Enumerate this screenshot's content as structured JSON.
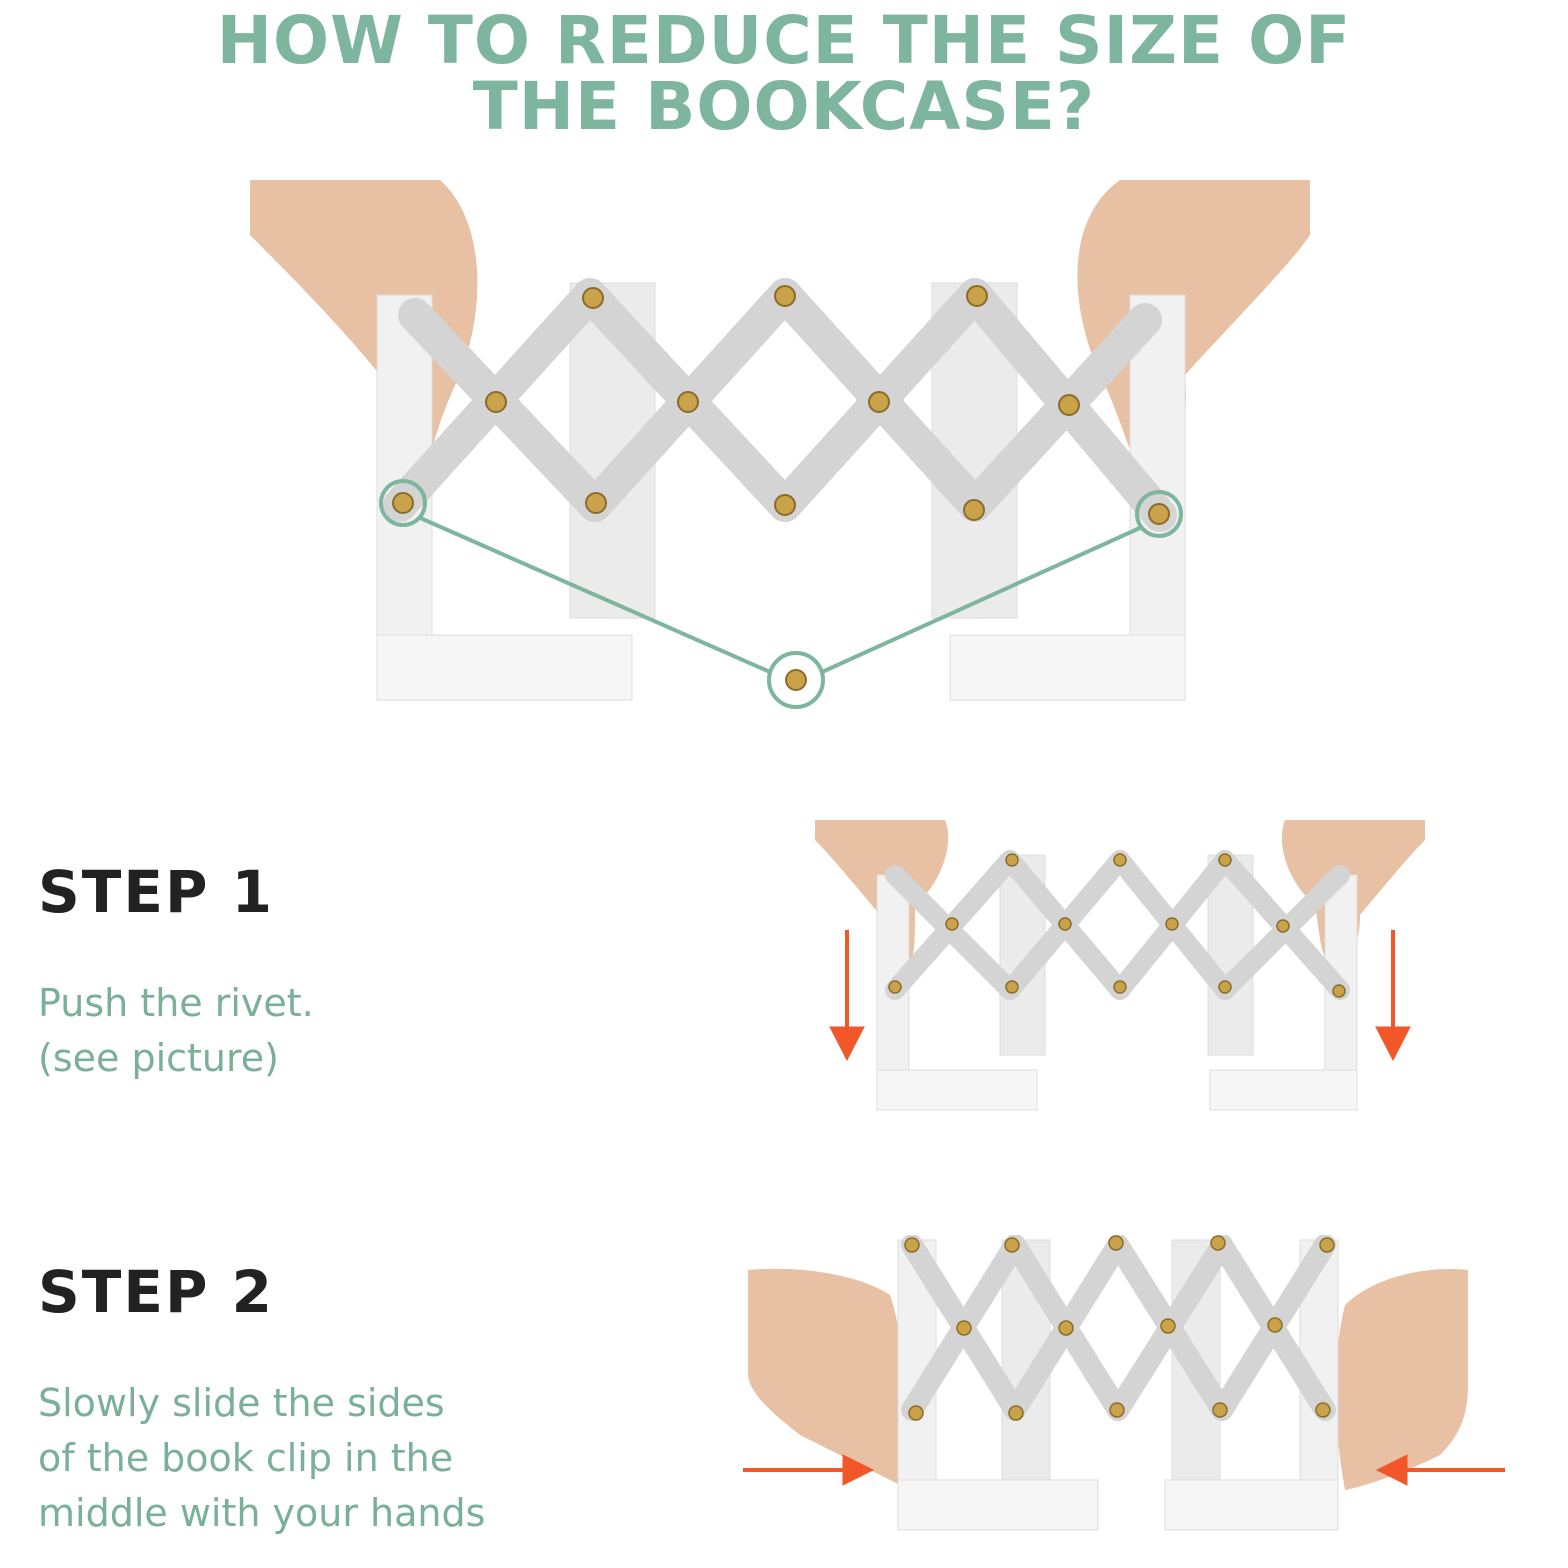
{
  "title": {
    "line1": "HOW TO REDUCE THE SIZE OF",
    "line2": "THE BOOKCASE?"
  },
  "step1": {
    "heading": "STEP 1",
    "lines": [
      "Push the rivet.",
      "(see picture)"
    ]
  },
  "step2": {
    "heading": "STEP 2",
    "lines": [
      "Slowly slide the sides",
      "of the book clip in the",
      "middle with your hands"
    ]
  },
  "colors": {
    "accent": "#7db59e",
    "text_dark": "#222222",
    "arrow": "#f2572a",
    "rivet": "#c9a24a",
    "metal": "#d9d9d9"
  }
}
